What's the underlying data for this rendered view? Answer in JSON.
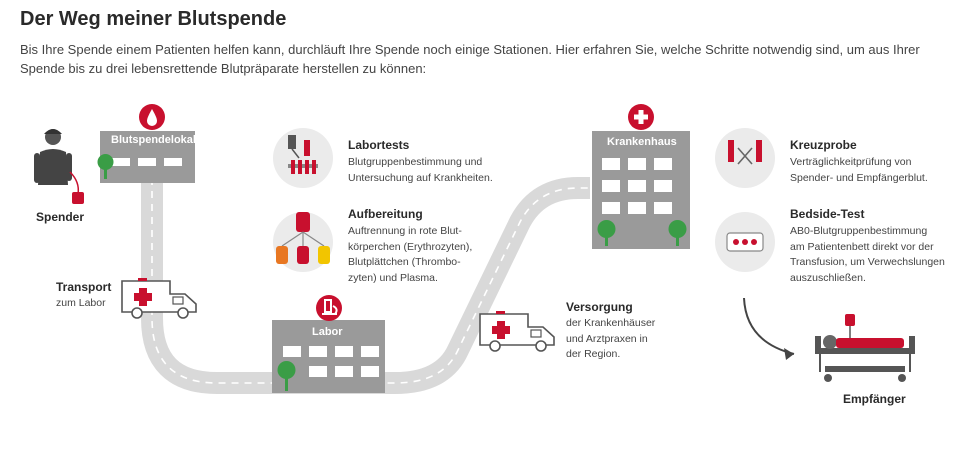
{
  "header": {
    "title": "Der Weg meiner Blutspende",
    "intro": "Bis Ihre Spende einem Patienten helfen kann, durchläuft Ihre Spende noch einige Stationen. Hier erfahren Sie, welche Schritte notwendig sind, um aus Ihrer Spende bis zu drei lebensrettende Blutpräparate herstellen zu können:"
  },
  "colors": {
    "red": "#c8102e",
    "building": "#9a9a9a",
    "road": "#d9d9d9",
    "icon_bg": "#ebebeb",
    "tree": "#3a9d46"
  },
  "stations": {
    "spender": "Spender",
    "blutspendelokal": "Blutspendelokal",
    "transport": {
      "title": "Transport",
      "sub": "zum Labor"
    },
    "labor": "Labor",
    "versorgung": {
      "title": "Versorgung",
      "lines": [
        "der Krankenhäuser",
        "und Arztpraxen in",
        "der Region."
      ]
    },
    "krankenhaus": "Krankenhaus",
    "empfaenger": "Empfänger"
  },
  "steps": [
    {
      "title": "Labortests",
      "lines": [
        "Blutgruppenbestimmung und",
        "Untersuchung auf Krankheiten."
      ],
      "icon": "test-tubes-icon"
    },
    {
      "title": "Aufbereitung",
      "lines": [
        "Auftrennung in rote Blut-",
        "körperchen (Erythrozyten),",
        "Blutplättchen (Thrombo-",
        "zyten) und Plasma."
      ],
      "icon": "blood-bags-icon"
    },
    {
      "title": "Kreuzprobe",
      "lines": [
        "Verträglichkeitprüfung von",
        "Spender- und Empfängerblut."
      ],
      "icon": "crossmatch-icon"
    },
    {
      "title": "Bedside-Test",
      "lines": [
        "AB0-Blutgruppenbestimmung",
        "am Patientenbett direkt vor der",
        "Transfusion, um Verwechslungen",
        "auszuschließen."
      ],
      "icon": "test-card-icon"
    }
  ]
}
